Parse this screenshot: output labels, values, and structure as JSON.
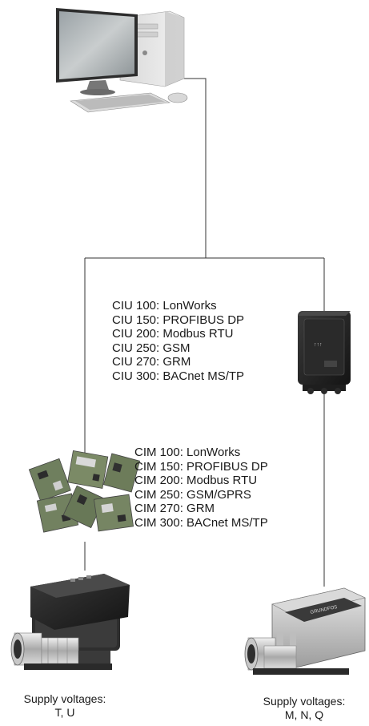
{
  "ciu_modules": [
    "CIU 100: LonWorks",
    "CIU 150: PROFIBUS DP",
    "CIU 200: Modbus RTU",
    "CIU 250: GSM",
    "CIU 270: GRM",
    "CIU 300: BACnet MS/TP"
  ],
  "cim_modules": [
    "CIM 100: LonWorks",
    "CIM 150: PROFIBUS DP",
    "CIM 200: Modbus RTU",
    "CIM 250: GSM/GPRS",
    "CIM 270: GRM",
    "CIM 300: BACnet MS/TP"
  ],
  "pump_left": {
    "line1": "Supply voltages:",
    "line2": "T, U"
  },
  "pump_right": {
    "line1": "Supply voltages:",
    "line2": "M, N, Q"
  },
  "icons": {
    "computer": "desktop-computer-icon",
    "ciu_box": "ciu-interface-unit-icon",
    "cim_modules": "cim-module-cards-icon",
    "pump_left": "pump-left-icon",
    "pump_right": "pump-right-icon"
  }
}
